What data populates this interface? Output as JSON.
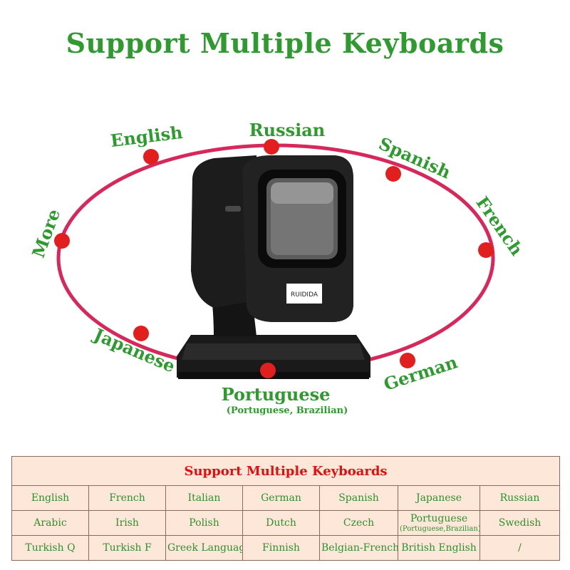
{
  "headline": "Support Multiple Keyboards",
  "device": {
    "brand_label": "RUIDIDA"
  },
  "ring_labels": {
    "english": "English",
    "russian": "Russian",
    "spanish": "Spanish",
    "french": "French",
    "more": "More",
    "japanese": "Japanese",
    "german": "German",
    "portuguese": "Portuguese",
    "portuguese_sub": "(Portuguese, Brazilian)"
  },
  "colors": {
    "accent_green": "#2f9a2f",
    "ring": "#d6285a",
    "dot": "#e21f1f",
    "table_bg": "#fde7d9",
    "table_title": "#e01010"
  },
  "table": {
    "title": "Support Multiple Keyboards",
    "rows": [
      [
        "English",
        "French",
        "Italian",
        "German",
        "Spanish",
        "Japanese",
        "Russian"
      ],
      [
        "Arabic",
        "Irish",
        "Polish",
        "Dutch",
        "Czech",
        "Portuguese",
        "Swedish"
      ],
      [
        "Turkish Q",
        "Turkish F",
        "Greek Language",
        "Finnish",
        "Belgian-French",
        "British English",
        "/"
      ]
    ],
    "portuguese_note": "(Portuguese,Brazilian)"
  }
}
